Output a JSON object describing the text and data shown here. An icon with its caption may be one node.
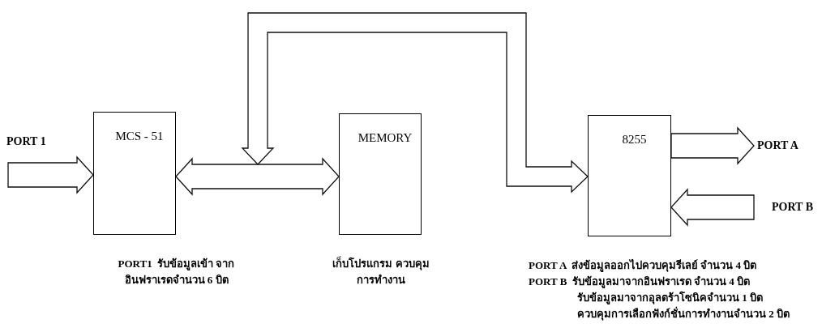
{
  "diagram": {
    "nodes": [
      {
        "text": [
          "MCS - 51"
        ],
        "beside": [
          "PORT1  รับข้อมูลเข้า จากอินฟราเรดจำนวน 6 บิต"
        ]
      },
      {
        "text": [
          "MEMORY"
        ],
        "beside": [
          "เก็บโปรแกรม ควบคุมการทำงาน"
        ]
      },
      {
        "text": [
          "8255"
        ],
        "beside": [
          "PORT A  ส่งข้อมูลออกไปควบคุมรีเลย์ จำนวน 4 บิต",
          "PORT B  รับข้อมูลมาจากอินฟราเรด จำนวน 4 บิต",
          "รับข้อมูลมาจากอุลตร้าโซนิคจำนวน 1 บิต",
          "ควบคุมการเลือกฟังก์ชั่นการทำงานจำนวน 2 บิต"
        ]
      },
      {
        "text": [
          "PORT 1"
        ]
      },
      {
        "text": [
          "PORT A"
        ]
      },
      {
        "text": [
          "PORT B"
        ]
      }
    ],
    "edges": [
      {
        "from": 3,
        "to": 0,
        "arrow": "to"
      },
      {
        "from": 0,
        "to": 1,
        "arrow": "both"
      },
      {
        "from": null,
        "to": 2,
        "arrow": "both"
      },
      {
        "from": 2,
        "to": 4,
        "arrow": "to"
      },
      {
        "from": 5,
        "to": 2,
        "arrow": "to"
      }
    ]
  }
}
